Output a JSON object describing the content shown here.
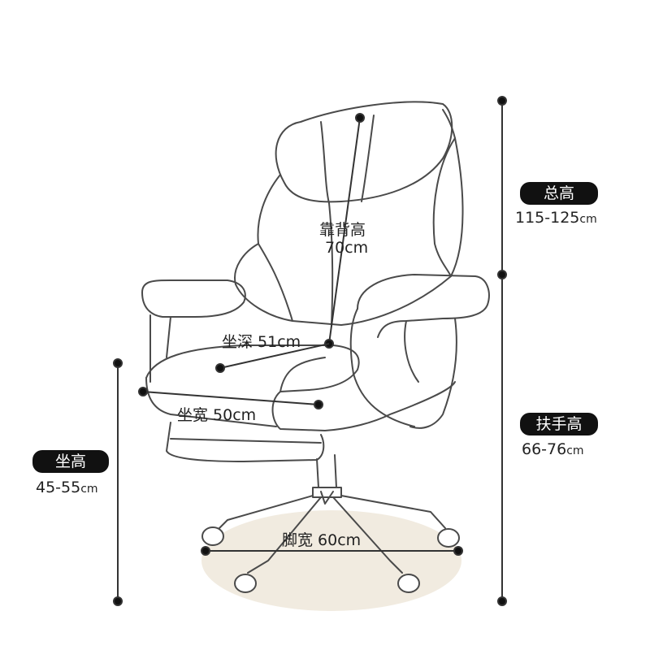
{
  "colors": {
    "line": "#333333",
    "chair_outline": "#4a4a4a",
    "floor": "#f1ebe0",
    "pill_bg": "#111111",
    "pill_text": "#ffffff"
  },
  "dimensions": {
    "total_height": {
      "label": "总高",
      "value": "115-125",
      "unit": "cm"
    },
    "armrest_height": {
      "label": "扶手高",
      "value": "66-76",
      "unit": "cm"
    },
    "seat_height": {
      "label": "坐高",
      "value": "45-55",
      "unit": "cm"
    },
    "backrest_height": {
      "label": "靠背高",
      "value": "70cm"
    },
    "seat_depth": {
      "text": "坐深 51cm"
    },
    "seat_width": {
      "text": "坐宽 50cm"
    },
    "base_width": {
      "text": "脚宽 60cm"
    }
  }
}
